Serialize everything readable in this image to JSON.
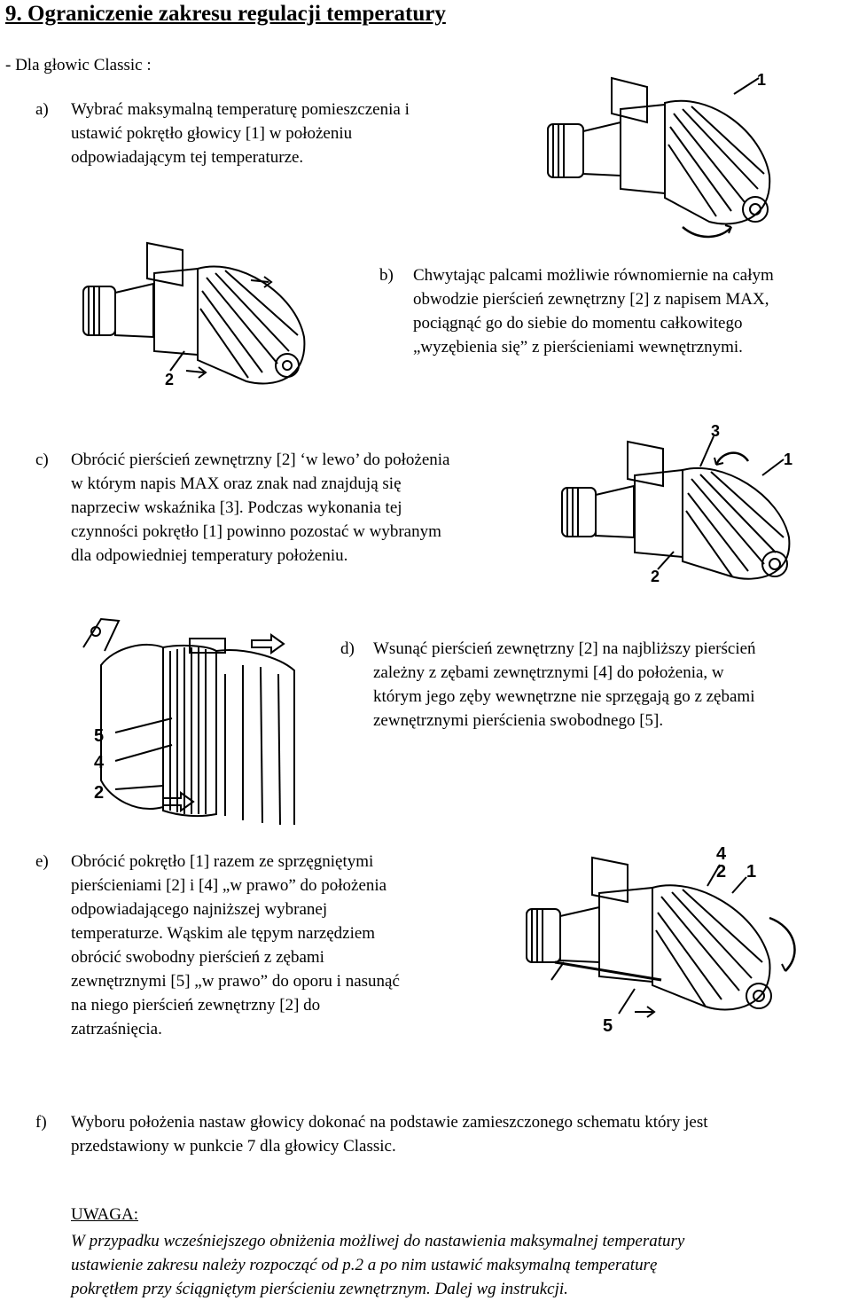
{
  "title": "9. Ograniczenie zakresu regulacji temperatury",
  "intro": "- Dla głowic Classic :",
  "steps": [
    {
      "label": "a)",
      "lines": [
        "Wybrać maksymalną temperaturę pomieszczenia i",
        "ustawić pokrętło głowicy [1] w położeniu",
        "odpowiadającym tej temperaturze."
      ]
    },
    {
      "label": "b)",
      "lines": [
        "Chwytając palcami możliwie równomiernie na całym",
        "obwodzie pierścień zewnętrzny [2] z napisem MAX,",
        "pociągnąć go do siebie do momentu całkowitego",
        "„wyzębienia się” z pierścieniami wewnętrznymi."
      ]
    },
    {
      "label": "c)",
      "lines": [
        "Obrócić pierścień zewnętrzny [2] ‘w lewo’ do położenia",
        "w którym napis MAX oraz znak nad znajdują się",
        "naprzeciw wskaźnika [3]. Podczas wykonania tej",
        "czynności pokrętło [1] powinno pozostać w wybranym",
        "dla odpowiedniej temperatury położeniu."
      ]
    },
    {
      "label": "d)",
      "lines": [
        "Wsunąć pierścień zewnętrzny [2] na najbliższy pierścień",
        "zależny z zębami zewnętrznymi [4] do położenia, w",
        "którym jego zęby wewnętrzne nie sprzęgają go z zębami",
        "zewnętrznymi pierścienia swobodnego [5]."
      ]
    },
    {
      "label": "e)",
      "lines": [
        "Obrócić pokrętło [1] razem ze sprzęgniętymi",
        "pierścieniami [2] i [4] „w prawo” do położenia",
        "odpowiadającego najniższej wybranej",
        "temperaturze. Wąskim ale tępym narzędziem",
        "obrócić swobodny pierścień z zębami",
        "zewnętrznymi [5] „w prawo” do oporu i nasunąć",
        "na niego pierścień zewnętrzny [2] do",
        "zatrzaśnięcia."
      ]
    },
    {
      "label": "f)",
      "lines": [
        "Wyboru położenia nastaw głowicy dokonać na podstawie zamieszczonego schematu który jest",
        "przedstawiony w punkcie 7 dla głowicy Classic."
      ]
    }
  ],
  "note": {
    "heading": "UWAGA:",
    "lines": [
      "W przypadku wcześniejszego obniżenia możliwej do nastawienia maksymalnej temperatury",
      "ustawienie zakresu należy rozpocząć od p.2 a po nim ustawić maksymalną temperaturę",
      "pokrętłem przy ściągniętym pierścieniu zewnętrznym. Dalej wg instrukcji."
    ]
  },
  "figures": {
    "fig_a": {
      "callouts": [
        "1"
      ]
    },
    "fig_b": {
      "callouts": [
        "2"
      ]
    },
    "fig_c": {
      "callouts": [
        "3",
        "1",
        "2"
      ]
    },
    "fig_d": {
      "callouts": [
        "5",
        "4",
        "2"
      ]
    },
    "fig_e": {
      "callouts": [
        "4",
        "2",
        "1",
        "5"
      ]
    }
  }
}
